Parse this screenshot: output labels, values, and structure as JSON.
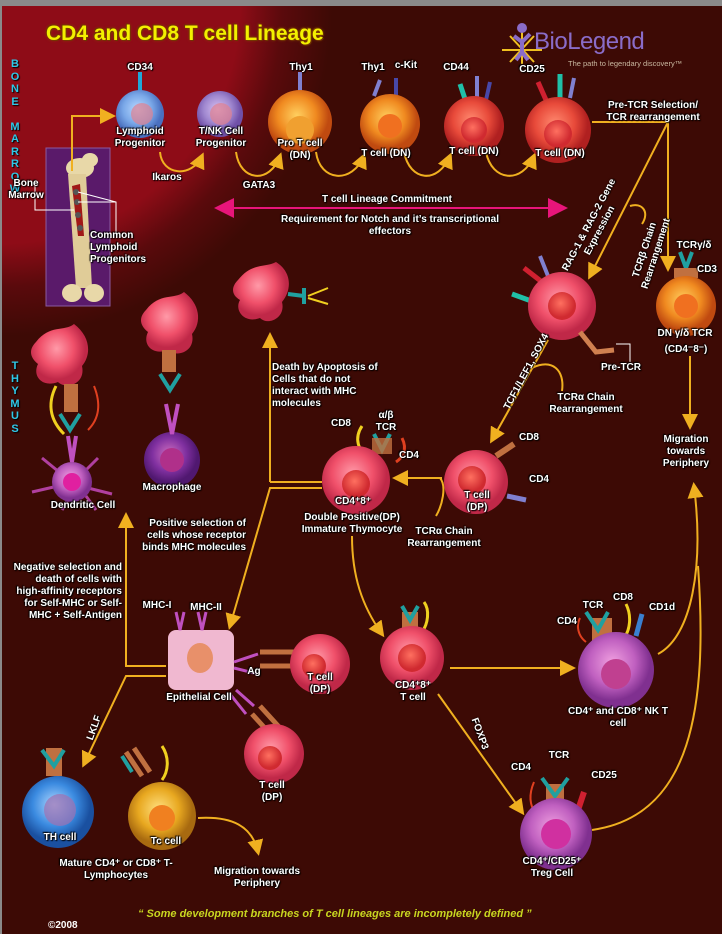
{
  "title": "CD4 and CD8 T cell Lineage",
  "brand": {
    "name": "BioLegend",
    "tagline": "The path to legendary discovery™"
  },
  "regions": {
    "bone_marrow": "BONE MARROW",
    "thymus": "THYMUS"
  },
  "colors": {
    "bone_marrow_bg": "#8e0c17",
    "thymus_bg": "#3d0a05",
    "arrow": "#f0b020",
    "commitment_arrow": "#e8157a",
    "title": "#f3f000",
    "region_label": "#2fc8e8",
    "quote": "#c8d620"
  },
  "bone": {
    "label": "Bone Marrow",
    "clp_label": "Common Lymphoid Progenitors"
  },
  "early_cells": [
    {
      "marker": "CD34",
      "label": "Lymphoid Progenitor"
    },
    {
      "marker": "",
      "label": "T/NK Cell Progenitor"
    },
    {
      "marker": "Thy1",
      "label": "Pro T cell (DN)"
    },
    {
      "marker": "Thy1",
      "marker2": "c-Kit",
      "label": "T cell (DN)"
    },
    {
      "marker": "CD44",
      "label": "T cell (DN)"
    },
    {
      "marker": "CD25",
      "label": "T cell (DN)"
    }
  ],
  "transcription_factors": {
    "ikaros": "Ikaros",
    "gata3": "GATA3",
    "rag": "RAG-1 & RAG-2 Gene Expression",
    "tcf": "TCF1/LEF1, SOX4",
    "lklf": "LKLF",
    "foxp3": "FOXP3"
  },
  "commitment": {
    "title": "T cell Lineage Commitment",
    "subtitle": "Requirement for Notch and it’s transcriptional effectors"
  },
  "pre_tcr_selection": "Pre-TCR Selection/ TCR rearrangement",
  "tcr_beta": "TCRβ Chain Rearrangement",
  "pre_tcr": "Pre-TCR",
  "gd_cell": {
    "tcr": "TCRγ/δ",
    "cd3": "CD3",
    "label": "DN γ/δ TCR",
    "sub": "(CD4⁻8⁻)"
  },
  "migration_periphery": "Migration towards Periphery",
  "tcr_alpha_1": "TCRα Chain Rearrangement",
  "tcr_alpha_2": "TCRα Chain Rearrangement",
  "dp_cell": {
    "cd8": "CD8",
    "cd4": "CD4",
    "label": "T cell (DP)"
  },
  "dp_thymocyte": {
    "cd8": "CD8",
    "tcr": "α/β TCR",
    "cd4": "CD4",
    "pheno": "CD4⁺8⁺",
    "label": "Double Positive(DP) Immature Thymocyte"
  },
  "apoptosis": "Death by Apoptosis of Cells that do not interact with MHC molecules",
  "apc": {
    "dendritic": "Dendritic Cell",
    "macrophage": "Macrophage"
  },
  "positive_selection": "Positive selection of cells whose receptor binds MHC molecules",
  "negative_selection": "Negative selection and death of cells with high-affinity receptors for Self-MHC or Self-MHC + Self-Antigen",
  "epithelial": {
    "mhc1": "MHC-I",
    "mhc2": "MHC-II",
    "ag": "Ag",
    "label": "Epithelial Cell",
    "tcell1": "T cell (DP)",
    "tcell2": "T cell (DP)"
  },
  "dp_tcell": {
    "pheno": "CD4⁺8⁺",
    "label": "T cell"
  },
  "nkt": {
    "tcr": "TCR",
    "cd8": "CD8",
    "cd1d": "CD1d",
    "cd4": "CD4",
    "label": "CD4⁺ and CD8⁺ NK T cell"
  },
  "treg": {
    "cd4": "CD4",
    "tcr": "TCR",
    "cd25": "CD25",
    "label": "CD4⁺/CD25⁺ Treg Cell"
  },
  "mature": {
    "th": "TH cell",
    "tc": "Tc cell",
    "label": "Mature CD4⁺ or CD8⁺ T-Lymphocytes",
    "migration": "Migration towards Periphery"
  },
  "quote": "“ Some development branches of T cell lineages are incompletely defined ”",
  "copyright": "©2008"
}
